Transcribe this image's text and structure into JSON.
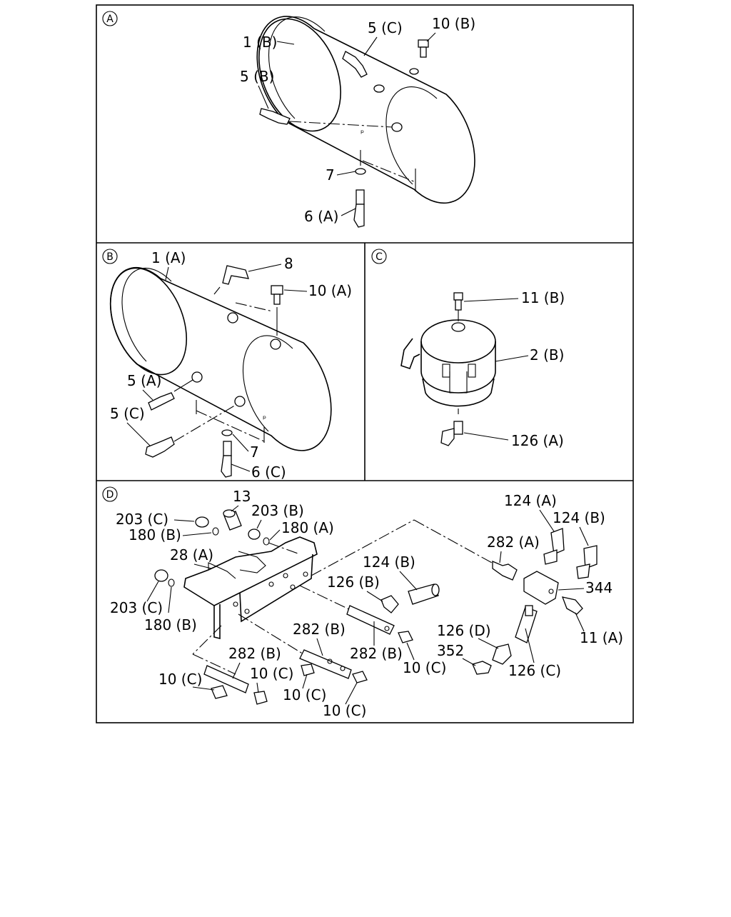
{
  "sections": {
    "A": {
      "marker": "A",
      "labels": {
        "p1b": "1 (B)",
        "p5c": "5 (C)",
        "p10b": "10 (B)",
        "p5b": "5 (B)",
        "p7": "7",
        "p6a": "6 (A)"
      }
    },
    "B": {
      "marker": "B",
      "labels": {
        "p1a": "1 (A)",
        "p8": "8",
        "p10a": "10 (A)",
        "p5a": "5 (A)",
        "p5c": "5 (C)",
        "p7": "7",
        "p6c": "6 (C)"
      }
    },
    "C": {
      "marker": "C",
      "labels": {
        "p11b": "11 (B)",
        "p2b": "2 (B)",
        "p126a": "126 (A)"
      }
    },
    "D": {
      "marker": "D",
      "labels": {
        "p13": "13",
        "p203c_top": "203 (C)",
        "p203b": "203 (B)",
        "p180b_top": "180 (B)",
        "p180a": "180 (A)",
        "p28a": "28 (A)",
        "p203c_low": "203 (C)",
        "p180b_low": "180 (B)",
        "p124a": "124 (A)",
        "p124b_right": "124 (B)",
        "p282a": "282 (A)",
        "p344": "344",
        "p11a": "11 (A)",
        "p124b_mid": "124 (B)",
        "p126b": "126 (B)",
        "p126d": "126 (D)",
        "p352": "352",
        "p126c": "126 (C)",
        "p282b_mid": "282 (B)",
        "p282b_right": "282 (B)",
        "p10c_mid": "10 (C)",
        "p282b_left": "282 (B)",
        "p10c_left": "10 (C)",
        "p10c_left2": "10 (C)",
        "p10c_low1": "10 (C)",
        "p10c_low2": "10 (C)"
      }
    }
  }
}
